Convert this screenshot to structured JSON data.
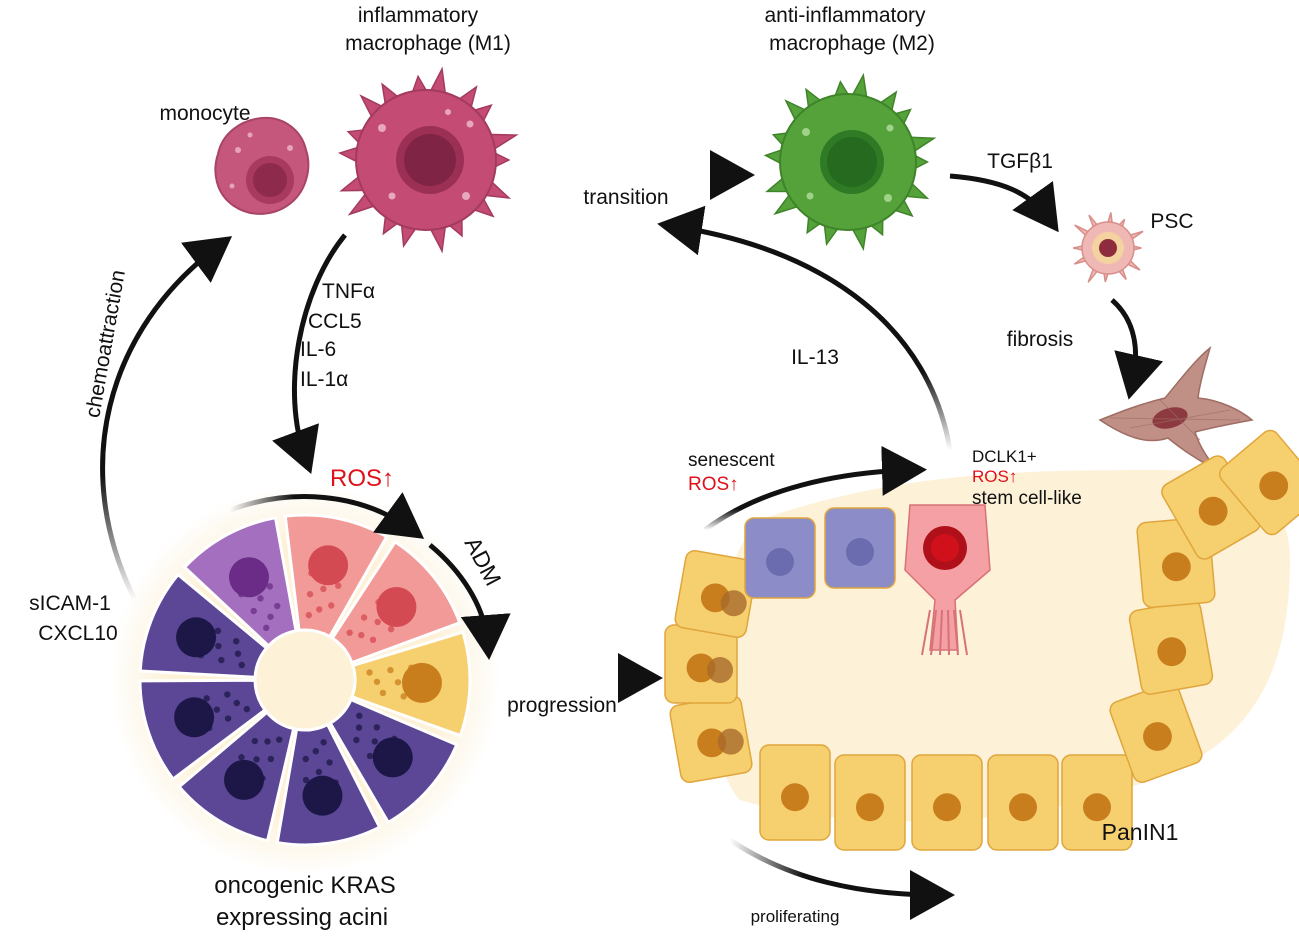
{
  "labels": {
    "m1_line1": "inflammatory",
    "m1_line2": "macrophage (M1)",
    "m2_line1": "anti-inflammatory",
    "m2_line2": "macrophage (M2)",
    "monocyte": "monocyte",
    "transition": "transition",
    "tgfb1": "TGFβ1",
    "psc": "PSC",
    "fibrosis": "fibrosis",
    "il13": "IL-13",
    "chemoattraction": "chemoattraction",
    "sicam1": "sICAM-1",
    "cxcl10": "CXCL10",
    "cyto_tnfa": "TNFα",
    "cyto_ccl5": "CCL5",
    "cyto_il6": "IL-6",
    "cyto_il1a": "IL-1α",
    "ros_big": "ROS↑",
    "adm": "ADM",
    "progression": "progression",
    "senescent": "senescent",
    "senescent_ros": "ROS↑",
    "dclk1": "DCLK1+",
    "dclk1_ros": "ROS↑",
    "stem_cell_like": "stem cell-like",
    "panin1": "PanIN1",
    "proliferating": "proliferating",
    "acini_line1": "oncogenic KRAS",
    "acini_line2": "expressing acini"
  },
  "colors": {
    "monocyte": "#c4577b",
    "macrophage_m1": "#c44b74",
    "macrophage_m2": "#55a23a",
    "psc": "#f0b8b4",
    "fibroblast": "#c08f86",
    "acinar_dark": "#5b4795",
    "acinar_purple": "#a56fc0",
    "acinar_pink": "#f29a98",
    "ductal_yellow": "#f6cf6f",
    "senescent_blue": "#8c8cc8",
    "stem_pink": "#f4a0a4",
    "ros_red": "#e0101a",
    "background_tint": "#fdf1d8"
  }
}
